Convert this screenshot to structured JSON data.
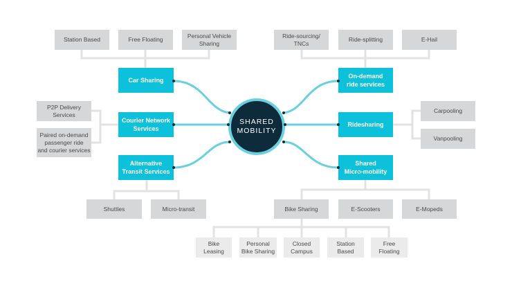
{
  "hub": {
    "label": "SHARED\nMOBILITY"
  },
  "categories": {
    "car_sharing": "Car Sharing",
    "courier_network": "Courier Network\nServices",
    "alt_transit": "Alternative\nTransit Services",
    "on_demand": "On-demand\nride services",
    "ridesharing": "Ridesharing",
    "micro_mobility": "Shared\nMicro-mobility"
  },
  "car_sharing_items": [
    "Station Based",
    "Free Floating",
    "Personal Vehicle\nSharing"
  ],
  "courier_items": [
    "P2P Delivery\nServices",
    "Paired on-demand\npassenger ride\nand courier services"
  ],
  "transit_items": [
    "Shuttles",
    "Micro-transit"
  ],
  "on_demand_items": [
    "Ride-sourcing/\nTNCs",
    "Ride-splitting",
    "E-Hail"
  ],
  "ridesharing_items": [
    "Carpooling",
    "Vanpooling"
  ],
  "micro_items": [
    "Bike Sharing",
    "E-Scooters",
    "E-Mopeds"
  ],
  "bike_items": [
    "Bike\nLeasing",
    "Personal\nBike Sharing",
    "Closed\nCampus",
    "Station\nBased",
    "Free\nFloating"
  ],
  "colors": {
    "accent": "#0ec1da",
    "hub": "#0d2b3a",
    "line": "#6ad0e0",
    "grey_line": "#e2e2e2"
  }
}
